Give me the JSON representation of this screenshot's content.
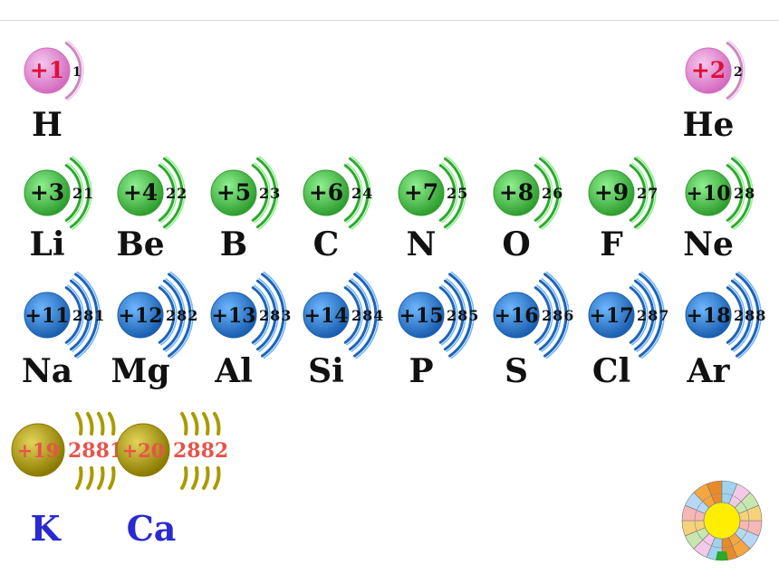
{
  "elements": [
    {
      "symbol": "H",
      "nucleus": "+1",
      "shells": "1",
      "period": 1,
      "col": 1,
      "color": "pink"
    },
    {
      "symbol": "He",
      "nucleus": "+2",
      "shells": "2",
      "period": 1,
      "col": 8,
      "color": "pink"
    },
    {
      "symbol": "Li",
      "nucleus": "+3",
      "shells": "21",
      "period": 2,
      "col": 1,
      "color": "green"
    },
    {
      "symbol": "Be",
      "nucleus": "+4",
      "shells": "22",
      "period": 2,
      "col": 2,
      "color": "green"
    },
    {
      "symbol": "B",
      "nucleus": "+5",
      "shells": "23",
      "period": 2,
      "col": 3,
      "color": "green"
    },
    {
      "symbol": "C",
      "nucleus": "+6",
      "shells": "24",
      "period": 2,
      "col": 4,
      "color": "green"
    },
    {
      "symbol": "N",
      "nucleus": "+7",
      "shells": "25",
      "period": 2,
      "col": 5,
      "color": "green"
    },
    {
      "symbol": "O",
      "nucleus": "+8",
      "shells": "26",
      "period": 2,
      "col": 6,
      "color": "green"
    },
    {
      "symbol": "F",
      "nucleus": "+9",
      "shells": "27",
      "period": 2,
      "col": 7,
      "color": "green"
    },
    {
      "symbol": "Ne",
      "nucleus": "+10",
      "shells": "28",
      "period": 2,
      "col": 8,
      "color": "green"
    },
    {
      "symbol": "Na",
      "nucleus": "+11",
      "shells": "281",
      "period": 3,
      "col": 1,
      "color": "blue"
    },
    {
      "symbol": "Mg",
      "nucleus": "+12",
      "shells": "282",
      "period": 3,
      "col": 2,
      "color": "blue"
    },
    {
      "symbol": "Al",
      "nucleus": "+13",
      "shells": "283",
      "period": 3,
      "col": 3,
      "color": "blue"
    },
    {
      "symbol": "Si",
      "nucleus": "+14",
      "shells": "284",
      "period": 3,
      "col": 4,
      "color": "blue"
    },
    {
      "symbol": "P",
      "nucleus": "+15",
      "shells": "285",
      "period": 3,
      "col": 5,
      "color": "blue"
    },
    {
      "symbol": "S",
      "nucleus": "+16",
      "shells": "286",
      "period": 3,
      "col": 6,
      "color": "blue"
    },
    {
      "symbol": "Cl",
      "nucleus": "+17",
      "shells": "287",
      "period": 3,
      "col": 7,
      "color": "blue"
    },
    {
      "symbol": "Ar",
      "nucleus": "+18",
      "shells": "288",
      "period": 3,
      "col": 8,
      "color": "blue"
    },
    {
      "symbol": "K",
      "nucleus": "+19",
      "shells": "2881",
      "period": 4,
      "col": 1,
      "color": "olive"
    },
    {
      "symbol": "Ca",
      "nucleus": "+20",
      "shells": "2882",
      "period": 4,
      "col": 2,
      "color": "olive"
    }
  ],
  "colors": {
    "pink": {
      "core": "#d46bbf",
      "light": "#f5c7ee",
      "arc": "#c989c0",
      "num": "#e0103a"
    },
    "green": {
      "core": "#2f9e2f",
      "light": "#8ff08f",
      "arc": "#2ea82e",
      "num": "#111111"
    },
    "blue": {
      "core": "#1a5fb0",
      "light": "#6db6ff",
      "arc": "#1f63b8",
      "num": "#111111"
    },
    "olive": {
      "core": "#8c7a00",
      "light": "#e3d45a",
      "arc": "#a99a00",
      "num": "#e8534a"
    },
    "symbol_dark": "#111111",
    "symbol_blue": "#2a2ad0"
  },
  "logo": {
    "icon": "atom-wheel-logo"
  }
}
